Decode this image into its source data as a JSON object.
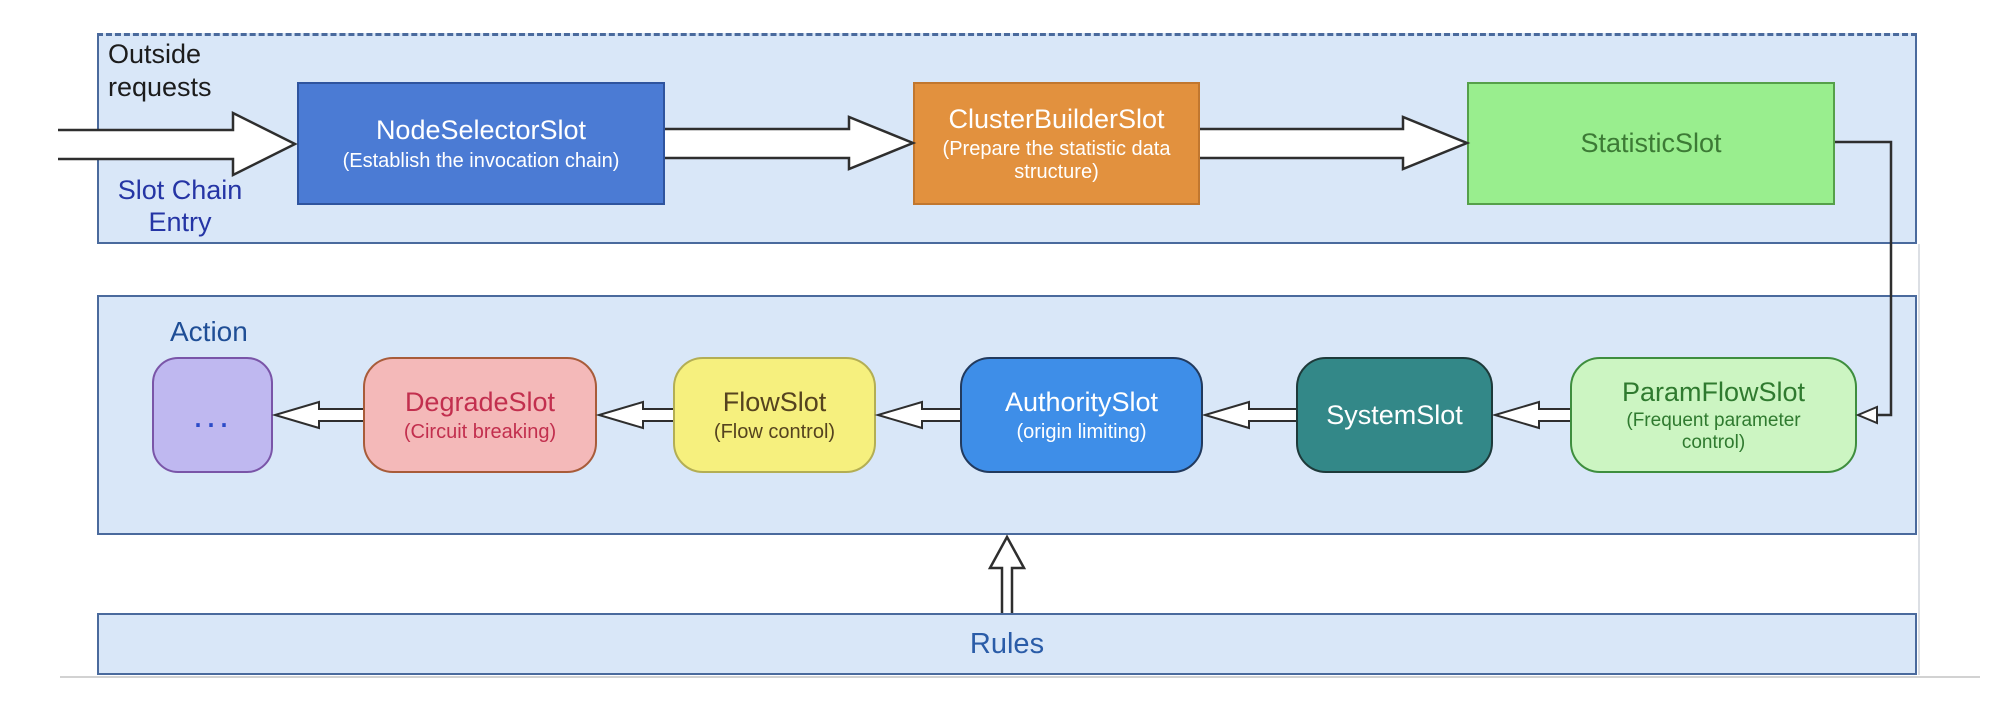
{
  "labels": {
    "outside_requests": [
      "Outside",
      "requests"
    ],
    "outside_requests_color": "#1c1c1c",
    "slot_chain_entry": [
      "Slot Chain",
      "Entry"
    ],
    "slot_chain_entry_color": "#2535a5",
    "action": "Action",
    "action_color": "#1f4e96",
    "rules": "Rules",
    "rules_color": "#2a5ca8"
  },
  "containers": {
    "fill": "#d9e7f8",
    "border": "#4a6a9d"
  },
  "nodes": {
    "node_selector": {
      "title": "NodeSelectorSlot",
      "subtitle": "(Establish the invocation chain)",
      "fill": "#4b7bd4",
      "border": "#2f549e",
      "text": "#ffffff"
    },
    "cluster_builder": {
      "title": "ClusterBuilderSlot",
      "subtitle": "(Prepare the statistic data structure)",
      "fill": "#e2913e",
      "border": "#c1772f",
      "text": "#ffffff"
    },
    "statistic": {
      "title": "StatisticSlot",
      "fill": "#99ee8e",
      "border": "#55a04a",
      "text": "#3c7a35"
    },
    "action_placeholder": {
      "title": "...",
      "fill": "#bfb8f0",
      "border": "#7a55a8",
      "text": "#2b4bc8"
    },
    "degrade": {
      "title": "DegradeSlot",
      "subtitle": "(Circuit breaking)",
      "fill": "#f4b9b9",
      "border": "#a85c3a",
      "text": "#c22f4e"
    },
    "flow": {
      "title": "FlowSlot",
      "subtitle": "(Flow control)",
      "fill": "#f6f07e",
      "border": "#b3ae54",
      "text": "#55431f"
    },
    "authority": {
      "title": "AuthoritySlot",
      "subtitle": "(origin limiting)",
      "fill": "#3e8ee8",
      "border": "#223a5e",
      "text": "#ffffff"
    },
    "system": {
      "title": "SystemSlot",
      "fill": "#338888",
      "border": "#1e3a3a",
      "text": "#ffffff"
    },
    "param_flow": {
      "title": "ParamFlowSlot",
      "subtitle": "(Frequent parameter control)",
      "fill": "#ccf5c2",
      "border": "#3e8e3e",
      "text": "#2f7a2f"
    }
  },
  "arrows": {
    "outline": "#2e2e2e",
    "fill": "#ffffff"
  }
}
